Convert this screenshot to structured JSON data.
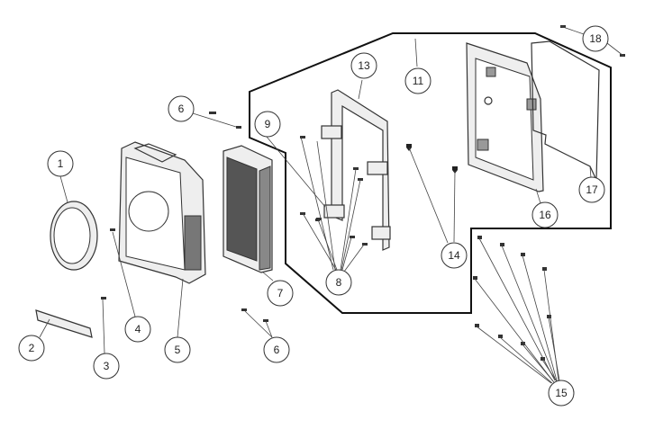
{
  "diagram": {
    "type": "exploded-parts-diagram",
    "callouts": [
      {
        "id": "c1",
        "label": "1"
      },
      {
        "id": "c2",
        "label": "2"
      },
      {
        "id": "c3",
        "label": "3"
      },
      {
        "id": "c4",
        "label": "4"
      },
      {
        "id": "c5",
        "label": "5"
      },
      {
        "id": "c6a",
        "label": "6"
      },
      {
        "id": "c6b",
        "label": "6"
      },
      {
        "id": "c7",
        "label": "7"
      },
      {
        "id": "c8",
        "label": "8"
      },
      {
        "id": "c9",
        "label": "9"
      },
      {
        "id": "c11",
        "label": "11"
      },
      {
        "id": "c13",
        "label": "13"
      },
      {
        "id": "c14",
        "label": "14"
      },
      {
        "id": "c15",
        "label": "15"
      },
      {
        "id": "c16",
        "label": "16"
      },
      {
        "id": "c17",
        "label": "17"
      },
      {
        "id": "c18",
        "label": "18"
      }
    ]
  }
}
